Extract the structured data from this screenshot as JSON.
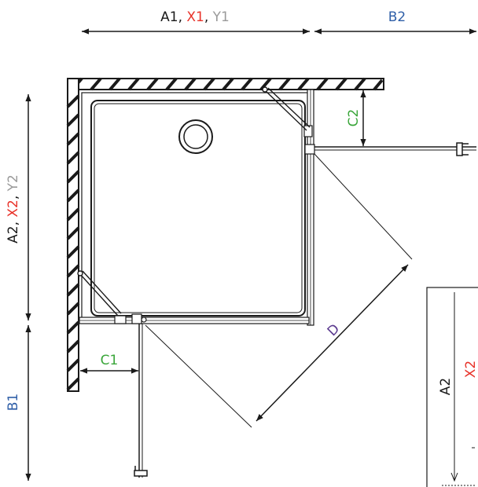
{
  "colors": {
    "black": "#1a1a1a",
    "red": "#e8332a",
    "gray": "#9a9a9a",
    "blue": "#2f5fa8",
    "green": "#3aa63a",
    "purple": "#5b3a8f"
  },
  "labels": {
    "top_a1": "A1",
    "top_sep1": ", ",
    "top_x1": "X1",
    "top_sep2": ", ",
    "top_y1": "Y1",
    "top_b2": "B2",
    "left_a2": "A2",
    "left_sep1": ", ",
    "left_x2": "X2",
    "left_sep2": ", ",
    "left_y2": "Y2",
    "left_b1": "B1",
    "c1": "C1",
    "c2": "C2",
    "d": "D",
    "inset_a2": "A2",
    "inset_x2": "X2"
  }
}
